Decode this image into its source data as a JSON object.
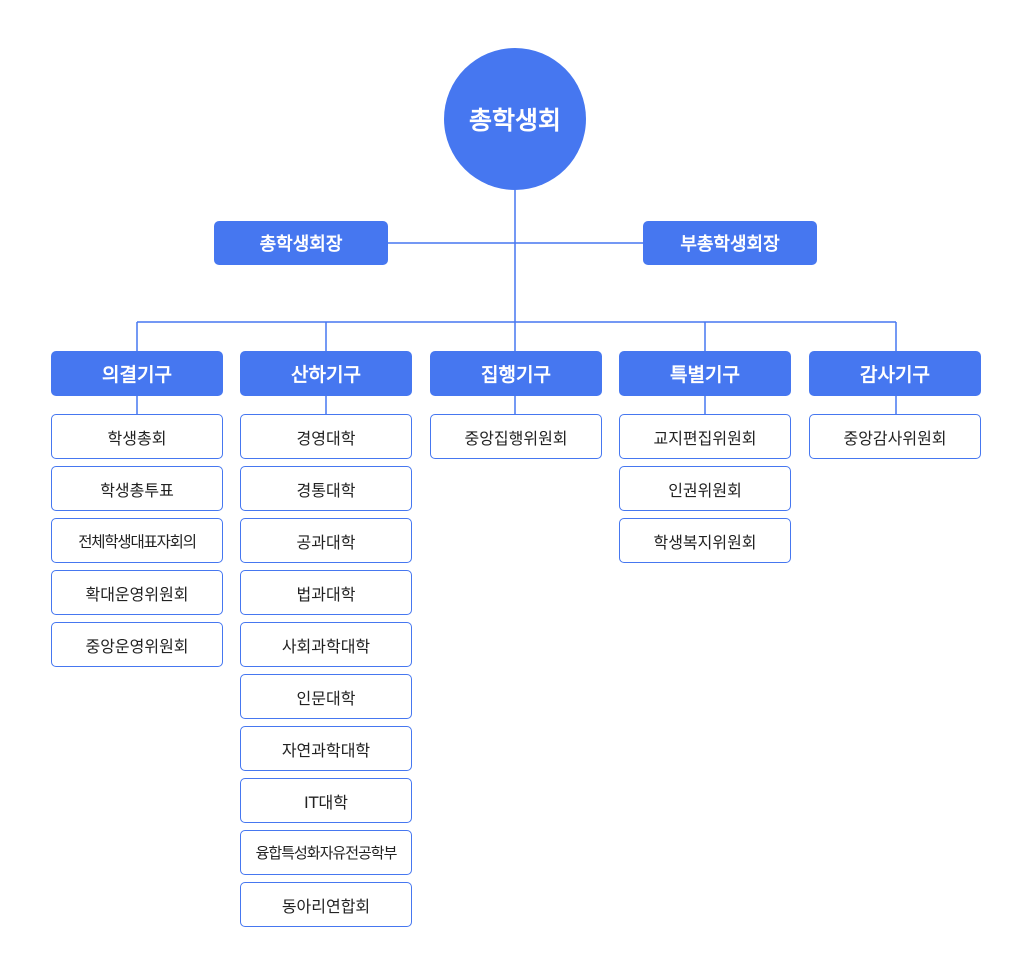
{
  "root": "총학생회",
  "officers": {
    "left": "총학생회장",
    "right": "부총학생회장"
  },
  "bodies": [
    {
      "name": "의결기구",
      "units": [
        "학생총회",
        "학생총투표",
        "전체학생대표자회의",
        "확대운영위원회",
        "중앙운영위원회"
      ]
    },
    {
      "name": "산하기구",
      "units": [
        "경영대학",
        "경통대학",
        "공과대학",
        "법과대학",
        "사회과학대학",
        "인문대학",
        "자연과학대학",
        "IT대학",
        "융합특성화자유전공학부",
        "동아리연합회"
      ]
    },
    {
      "name": "집행기구",
      "units": [
        "중앙집행위원회"
      ]
    },
    {
      "name": "특별기구",
      "units": [
        "교지편집위원회",
        "인권위원회",
        "학생복지위원회"
      ]
    },
    {
      "name": "감사기구",
      "units": [
        "중앙감사위원회"
      ]
    }
  ],
  "colors": {
    "primary": "#4677f0",
    "line": "#4677f0",
    "text": "#222222"
  }
}
